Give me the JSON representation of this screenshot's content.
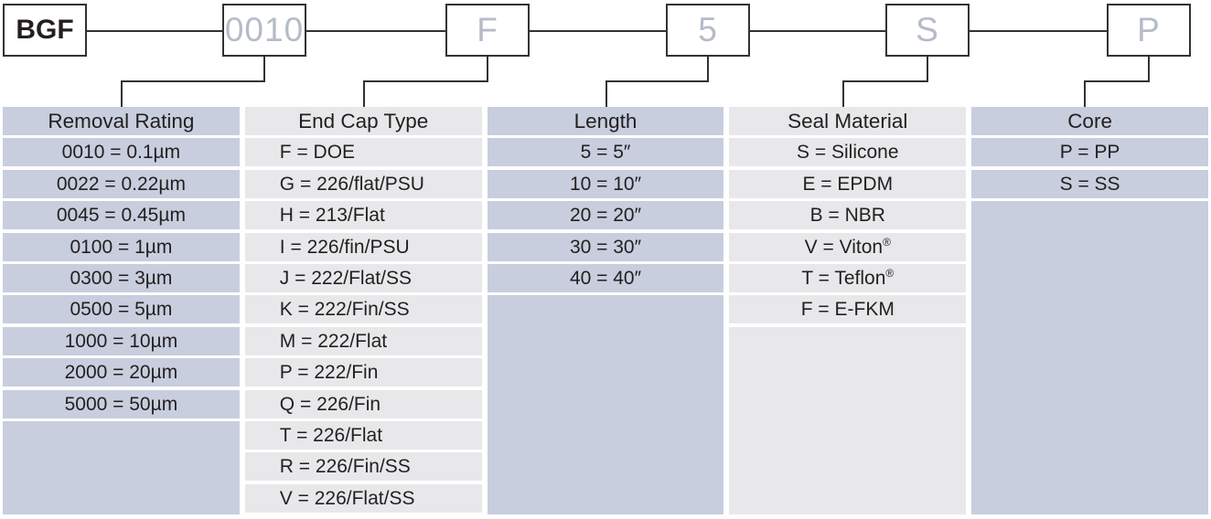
{
  "diagram": {
    "boxes": [
      {
        "label": "BGF"
      },
      {
        "label": "0010"
      },
      {
        "label": "F"
      },
      {
        "label": "5"
      },
      {
        "label": "S"
      },
      {
        "label": "P"
      }
    ]
  },
  "columns": [
    {
      "header": "Removal Rating",
      "tone": "blue",
      "align": "center",
      "rows": [
        "0010 = 0.1µm",
        "0022 = 0.22µm",
        "0045 = 0.45µm",
        "0100 = 1µm",
        "0300 = 3µm",
        "0500 = 5µm",
        "1000 = 10µm",
        "2000 = 20µm",
        "5000 = 50µm"
      ]
    },
    {
      "header": "End Cap Type",
      "tone": "grey",
      "align": "left",
      "rows": [
        "F = DOE",
        "G = 226/flat/PSU",
        "H = 213/Flat",
        "I = 226/fin/PSU",
        "J = 222/Flat/SS",
        "K = 222/Fin/SS",
        "M = 222/Flat",
        "P = 222/Fin",
        "Q = 226/Fin",
        "T = 226/Flat",
        "R = 226/Fin/SS",
        "V = 226/Flat/SS"
      ]
    },
    {
      "header": "Length",
      "tone": "blue",
      "align": "center",
      "rows": [
        "5 = 5″",
        "10 = 10″",
        "20 = 20″",
        "30 = 30″",
        "40 = 40″"
      ]
    },
    {
      "header": "Seal Material",
      "tone": "grey",
      "align": "center",
      "rows": [
        "S = Silicone",
        "E = EPDM",
        "B = NBR",
        "V = Viton®",
        "T = Teflon®",
        "F = E-FKM"
      ]
    },
    {
      "header": "Core",
      "tone": "blue",
      "align": "center",
      "rows": [
        "P = PP",
        "S = SS"
      ]
    }
  ],
  "colors": {
    "column_blue": "#c8cede",
    "column_grey": "#e8e8ea",
    "code_text_grey": "#b5bbc8",
    "ink": "#231f20",
    "line": "#333231"
  }
}
